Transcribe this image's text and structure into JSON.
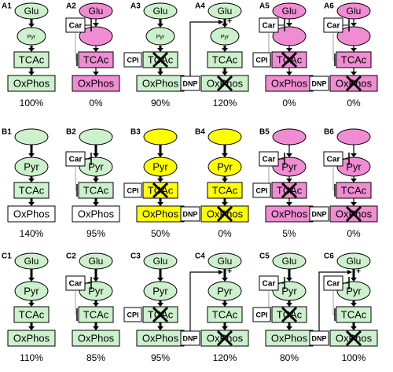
{
  "colors": {
    "green": "#cdf0cd",
    "pink": "#f08cd2",
    "yellow": "#ffff00",
    "white": "#ffffff",
    "stroke": "#000000"
  },
  "panels": [
    {
      "label": "A1",
      "glu": {
        "show": true,
        "fill": "green",
        "text": "Glu"
      },
      "pyr": {
        "fill": "green",
        "text": "Pyr",
        "small": true
      },
      "tca": {
        "fill": "green",
        "text": "TCAc"
      },
      "ox": {
        "fill": "green",
        "text": "OxPhos"
      },
      "pct": "100%",
      "car": null,
      "cpi": null,
      "dnp": null,
      "plus": false,
      "thick": true
    },
    {
      "label": "A2",
      "glu": {
        "show": true,
        "fill": "pink",
        "text": "Glu"
      },
      "pyr": {
        "fill": "pink",
        "text": ""
      },
      "tca": {
        "fill": "pink",
        "text": "TCAc"
      },
      "ox": {
        "fill": "pink",
        "text": "OxPhos"
      },
      "pct": "0%",
      "car": {
        "text": "Car",
        "to": "glu"
      },
      "cpi": null,
      "dnp": null,
      "plus": false,
      "thick": false
    },
    {
      "label": "A3",
      "glu": {
        "show": true,
        "fill": "green",
        "text": "Glu"
      },
      "pyr": {
        "fill": "green",
        "text": "Pyr",
        "small": true
      },
      "tca": {
        "fill": "green",
        "text": "TCAc",
        "cross": true
      },
      "ox": {
        "fill": "green",
        "text": "OxPhos"
      },
      "pct": "90%",
      "car": null,
      "cpi": {
        "text": "CPI"
      },
      "dnp": null,
      "plus": false,
      "thick": true
    },
    {
      "label": "A4",
      "glu": {
        "show": true,
        "fill": "green",
        "text": "Glu"
      },
      "pyr": {
        "fill": "green",
        "text": "Pyr",
        "small": true
      },
      "tca": {
        "fill": "green",
        "text": "TCAc"
      },
      "ox": {
        "fill": "green",
        "text": "OxPhos",
        "cross": true
      },
      "pct": "120%",
      "car": null,
      "cpi": null,
      "dnp": {
        "text": "DNP"
      },
      "plus": true,
      "thick": true
    },
    {
      "label": "A5",
      "glu": {
        "show": true,
        "fill": "pink",
        "text": "Glu"
      },
      "pyr": {
        "fill": "pink",
        "text": ""
      },
      "tca": {
        "fill": "pink",
        "text": "TCAc",
        "cross": true
      },
      "ox": {
        "fill": "pink",
        "text": "OxPhos"
      },
      "pct": "0%",
      "car": {
        "text": "Car",
        "to": "glu"
      },
      "cpi": {
        "text": "CPI"
      },
      "dnp": null,
      "plus": false,
      "thick": false
    },
    {
      "label": "A6",
      "glu": {
        "show": true,
        "fill": "pink",
        "text": "Glu"
      },
      "pyr": {
        "fill": "pink",
        "text": ""
      },
      "tca": {
        "fill": "pink",
        "text": "TCAc"
      },
      "ox": {
        "fill": "pink",
        "text": "OxPhos",
        "cross": true
      },
      "pct": "0%",
      "car": {
        "text": "Car",
        "to": "glu"
      },
      "cpi": null,
      "dnp": {
        "text": "DNP"
      },
      "plus": false,
      "thick": false
    },
    {
      "label": "B1",
      "glu": {
        "show": true,
        "fill": "green",
        "text": ""
      },
      "pyr": {
        "fill": "green",
        "text": "Pyr"
      },
      "tca": {
        "fill": "green",
        "text": "TCAc"
      },
      "ox": {
        "fill": "white",
        "text": "OxPhos"
      },
      "pct": "140%",
      "car": null,
      "cpi": null,
      "dnp": null,
      "plus": false,
      "thick": true
    },
    {
      "label": "B2",
      "glu": {
        "show": true,
        "fill": "green",
        "text": ""
      },
      "pyr": {
        "fill": "green",
        "text": "Pyr"
      },
      "tca": {
        "fill": "green",
        "text": "TCAc"
      },
      "ox": {
        "fill": "white",
        "text": "OxPhos"
      },
      "pct": "95%",
      "car": {
        "text": "Car",
        "to": "glu"
      },
      "cpi": null,
      "dnp": null,
      "plus": false,
      "thick": true
    },
    {
      "label": "B3",
      "glu": {
        "show": true,
        "fill": "yellow",
        "text": ""
      },
      "pyr": {
        "fill": "yellow",
        "text": "Pyr"
      },
      "tca": {
        "fill": "yellow",
        "text": "TCAc",
        "cross": true
      },
      "ox": {
        "fill": "yellow",
        "text": "OxPhos"
      },
      "pct": "50%",
      "car": null,
      "cpi": {
        "text": "CPI"
      },
      "dnp": null,
      "plus": false,
      "thick": true
    },
    {
      "label": "B4",
      "glu": {
        "show": true,
        "fill": "yellow",
        "text": ""
      },
      "pyr": {
        "fill": "yellow",
        "text": "Pyr"
      },
      "tca": {
        "fill": "yellow",
        "text": "TCAc"
      },
      "ox": {
        "fill": "yellow",
        "text": "OxPhos",
        "cross": true
      },
      "pct": "0%",
      "car": null,
      "cpi": null,
      "dnp": {
        "text": "DNP"
      },
      "plus": false,
      "thick": true
    },
    {
      "label": "B5",
      "glu": {
        "show": true,
        "fill": "pink",
        "text": ""
      },
      "pyr": {
        "fill": "pink",
        "text": "Pyr"
      },
      "tca": {
        "fill": "pink",
        "text": "TCAc",
        "cross": true
      },
      "ox": {
        "fill": "pink",
        "text": "OxPhos"
      },
      "pct": "5%",
      "car": {
        "text": "Car",
        "to": "glu"
      },
      "cpi": {
        "text": "CPI"
      },
      "dnp": null,
      "plus": false,
      "thick": false
    },
    {
      "label": "B6",
      "glu": {
        "show": true,
        "fill": "pink",
        "text": ""
      },
      "pyr": {
        "fill": "pink",
        "text": "Pyr"
      },
      "tca": {
        "fill": "pink",
        "text": "TCAc"
      },
      "ox": {
        "fill": "pink",
        "text": "OxPhos",
        "cross": true
      },
      "pct": "0%",
      "car": {
        "text": "Car",
        "to": "glu"
      },
      "cpi": null,
      "dnp": {
        "text": "DNP"
      },
      "plus": false,
      "thick": false
    },
    {
      "label": "C1",
      "glu": {
        "show": true,
        "fill": "green",
        "text": "Glu"
      },
      "pyr": {
        "fill": "green",
        "text": "Pyr"
      },
      "tca": {
        "fill": "green",
        "text": "TCAc"
      },
      "ox": {
        "fill": "green",
        "text": "OxPhos"
      },
      "pct": "110%",
      "car": null,
      "cpi": null,
      "dnp": null,
      "plus": false,
      "thick": true
    },
    {
      "label": "C2",
      "glu": {
        "show": true,
        "fill": "green",
        "text": "Glu"
      },
      "pyr": {
        "fill": "green",
        "text": "Pyr"
      },
      "tca": {
        "fill": "green",
        "text": "TCAc"
      },
      "ox": {
        "fill": "green",
        "text": "OxPhos"
      },
      "pct": "85%",
      "car": {
        "text": "Car",
        "to": "both"
      },
      "cpi": null,
      "dnp": null,
      "plus": false,
      "thick": true
    },
    {
      "label": "C3",
      "glu": {
        "show": true,
        "fill": "green",
        "text": "Glu"
      },
      "pyr": {
        "fill": "green",
        "text": "Pyr"
      },
      "tca": {
        "fill": "green",
        "text": "TCAc",
        "cross": true
      },
      "ox": {
        "fill": "green",
        "text": "OxPhos"
      },
      "pct": "95%",
      "car": null,
      "cpi": {
        "text": "CPI"
      },
      "dnp": null,
      "plus": false,
      "thick": true
    },
    {
      "label": "C4",
      "glu": {
        "show": true,
        "fill": "green",
        "text": "Glu"
      },
      "pyr": {
        "fill": "green",
        "text": "Pyr"
      },
      "tca": {
        "fill": "green",
        "text": "TCAc"
      },
      "ox": {
        "fill": "green",
        "text": "OxPhos",
        "cross": true
      },
      "pct": "120%",
      "car": null,
      "cpi": null,
      "dnp": {
        "text": "DNP"
      },
      "plus": true,
      "thick": true
    },
    {
      "label": "C5",
      "glu": {
        "show": true,
        "fill": "green",
        "text": "Glu"
      },
      "pyr": {
        "fill": "green",
        "text": "Pyr"
      },
      "tca": {
        "fill": "green",
        "text": "TCAc",
        "cross": true
      },
      "ox": {
        "fill": "green",
        "text": "OxPhos"
      },
      "pct": "80%",
      "car": {
        "text": "Car",
        "to": "both"
      },
      "cpi": {
        "text": "CPI"
      },
      "dnp": null,
      "plus": false,
      "thick": true
    },
    {
      "label": "C6",
      "glu": {
        "show": true,
        "fill": "green",
        "text": "Glu"
      },
      "pyr": {
        "fill": "green",
        "text": "Pyr"
      },
      "tca": {
        "fill": "green",
        "text": "TCAc"
      },
      "ox": {
        "fill": "green",
        "text": "OxPhos",
        "cross": true
      },
      "pct": "100%",
      "car": {
        "text": "Car",
        "to": "both"
      },
      "cpi": null,
      "dnp": {
        "text": "DNP"
      },
      "plus": true,
      "thick": true
    }
  ]
}
